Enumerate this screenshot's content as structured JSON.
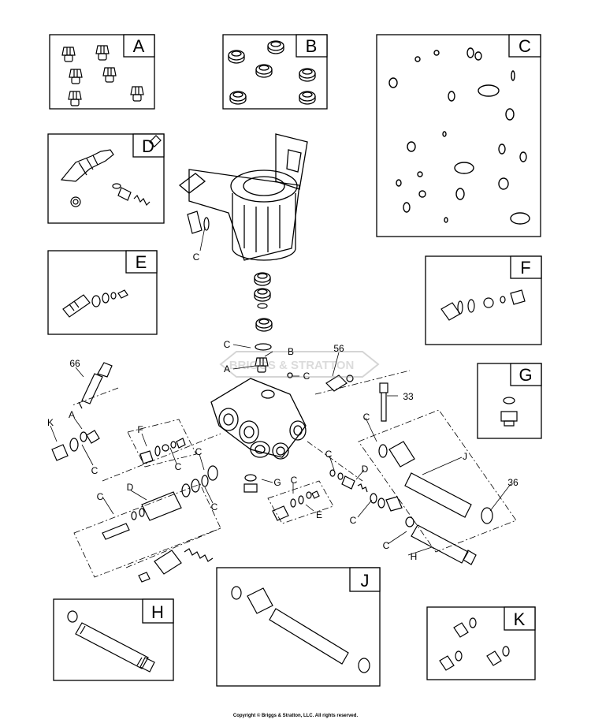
{
  "watermark": "BRIGGS & STRATTON",
  "copyright": "Copyright © Briggs & Stratton, LLC. All rights reserved.",
  "kits": {
    "A": "A",
    "B": "B",
    "C": "C",
    "D": "D",
    "E": "E",
    "F": "F",
    "G": "G",
    "H": "H",
    "J": "J",
    "K": "K"
  },
  "callouts": {
    "c": "C",
    "b": "B",
    "a": "A",
    "d": "D",
    "e": "E",
    "f": "F",
    "g": "G",
    "h": "H",
    "j": "J",
    "k": "K",
    "n56": "56",
    "n66": "66",
    "n33": "33",
    "n36": "36"
  }
}
